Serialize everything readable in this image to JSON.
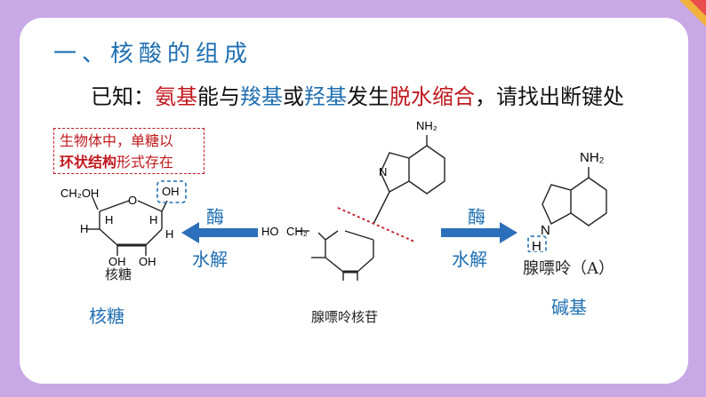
{
  "title": "一、核酸的组成",
  "known": {
    "prefix": "已知：",
    "amino": "氨基",
    "t1": "能与",
    "carboxyl": "羧基",
    "t2": "或",
    "hydroxyl": "羟基",
    "t3": "发生",
    "dehydration": "脱水缩合",
    "suffix": "，请找出断键处"
  },
  "note": {
    "line1": "生物体中，单糖以",
    "line2_bold": "环状结构",
    "line2_rest": "形式存在"
  },
  "left": {
    "label_ch2oh": "CH₂OH",
    "label_o": "O",
    "label_oh_top": "OH",
    "label_h": "H",
    "label_oh": "OH",
    "caption": "核糖",
    "title": "核糖"
  },
  "center": {
    "caption": "腺嘌呤核苷",
    "label_nh2": "NH₂",
    "label_n": "N",
    "label_ho": "HO",
    "label_ch2": "CH₂"
  },
  "right": {
    "caption": "腺嘌呤（A）",
    "title": "碱基",
    "label_nh2": "NH₂",
    "label_n": "N",
    "label_h": "H"
  },
  "arrow_left": {
    "top": "酶",
    "bottom": "水解"
  },
  "arrow_right": {
    "top": "酶",
    "bottom": "水解"
  },
  "colors": {
    "blue": "#1f6fb2",
    "red": "#c0191f",
    "arrow": "#2c6fba",
    "frame": "#c9a8e6"
  }
}
